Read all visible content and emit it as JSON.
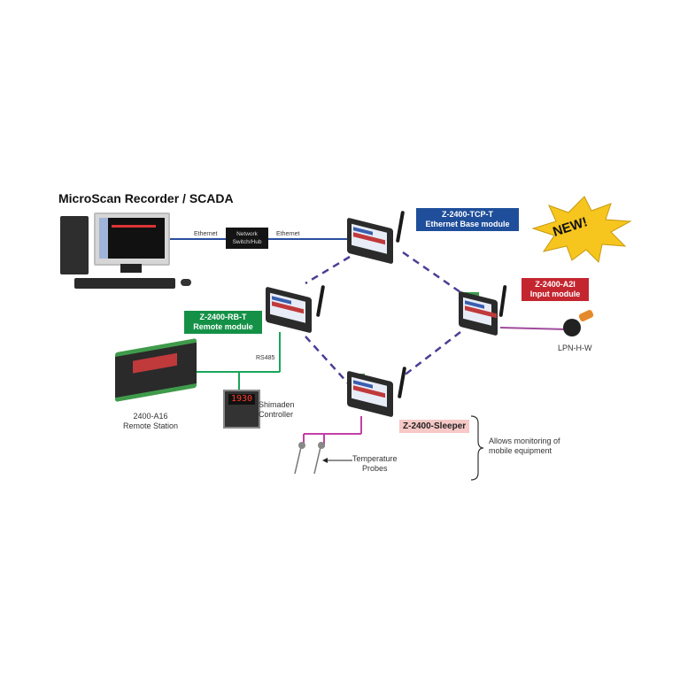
{
  "diagram": {
    "title": "MicroScan Recorder / SCADA",
    "links": {
      "ethernet_left": "Ethernet",
      "ethernet_right": "Ethernet",
      "switch": "Network Switch/Hub",
      "rs485": "RS485"
    },
    "modules": {
      "tcp": {
        "line1": "Z-2400-TCP-T",
        "line2": "Ethernet Base module",
        "color": "#1f4e9a"
      },
      "a2i": {
        "line1": "Z-2400-A2I",
        "line2": "Input module",
        "color": "#c42630"
      },
      "rb": {
        "line1": "Z-2400-RB-T",
        "line2": "Remote module",
        "color": "#149147"
      },
      "sleeper": {
        "line1": "Z-2400-Sleeper",
        "color": "#f6c8c6"
      }
    },
    "devices": {
      "a16_line1": "2400-A16",
      "a16_line2": "Remote Station",
      "shimaden_line1": "Shimaden",
      "shimaden_line2": "Controller",
      "shimaden_display": "1930",
      "lpn": "LPN-H-W",
      "probes_line1": "Temperature",
      "probes_line2": "Probes"
    },
    "note": {
      "line1": "Allows monitoring of",
      "line2": "mobile equipment"
    },
    "badge": "NEW!"
  }
}
